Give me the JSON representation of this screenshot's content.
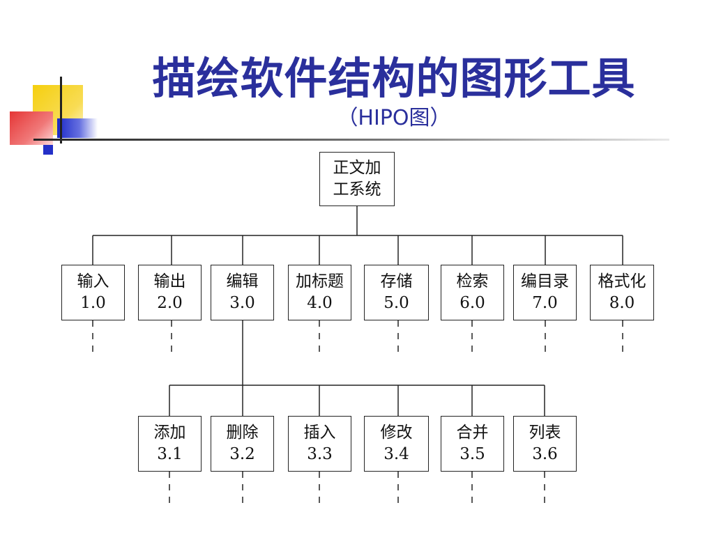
{
  "slide": {
    "title": "描绘软件结构的图形工具",
    "subtitle": "（HIPO图）"
  },
  "root": {
    "name": "正文加",
    "name2": "工系统"
  },
  "level1": [
    {
      "label": "输入",
      "code": "1.0"
    },
    {
      "label": "输出",
      "code": "2.0"
    },
    {
      "label": "编辑",
      "code": "3.0"
    },
    {
      "label": "加标题",
      "code": "4.0"
    },
    {
      "label": "存储",
      "code": "5.0"
    },
    {
      "label": "检索",
      "code": "6.0"
    },
    {
      "label": "编目录",
      "code": "7.0"
    },
    {
      "label": "格式化",
      "code": "8.0"
    }
  ],
  "level2": [
    {
      "label": "添加",
      "code": "3.1"
    },
    {
      "label": "删除",
      "code": "3.2"
    },
    {
      "label": "插入",
      "code": "3.3"
    },
    {
      "label": "修改",
      "code": "3.4"
    },
    {
      "label": "合并",
      "code": "3.5"
    },
    {
      "label": "列表",
      "code": "3.6"
    }
  ],
  "colors": {
    "title": "#2a2f9c",
    "deco_yellow": "#f7d117",
    "deco_red": "#e83a3a",
    "deco_blue": "#2430c8"
  }
}
